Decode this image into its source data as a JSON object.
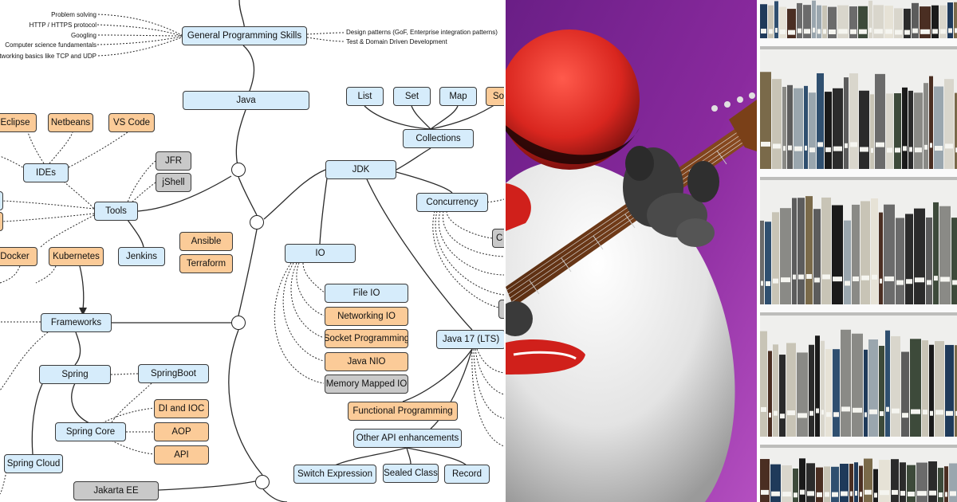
{
  "roadmap": {
    "skills_left": [
      "Problem solving",
      "HTTP / HTTPS protocol",
      "Googling",
      "Computer science fundamentals",
      "Networking basics like TCP and UDP"
    ],
    "skills_right": [
      "Design patterns (GoF, Enterprise integration patterns)",
      "Test & Domain Driven Development"
    ],
    "nodes": {
      "general": "General Programming Skills",
      "java": "Java",
      "jdk": "JDK",
      "list": "List",
      "set": "Set",
      "map": "Map",
      "sorted": "So",
      "collections": "Collections",
      "concurrency": "Concurrency",
      "concurrency_child": "C",
      "io": "IO",
      "file_io": "File IO",
      "networking_io": "Networking IO",
      "socket_programming": "Socket Programming",
      "java_nio": "Java NIO",
      "memory_mapped_io": "Memory Mapped IO",
      "java17": "Java 17 (LTS)",
      "functional_programming": "Functional Programming",
      "other_api": "Other API enhancements",
      "switch_expression": "Switch Expression",
      "sealed_class": "Sealed Class",
      "record": "Record",
      "eclipse": "Eclipse",
      "netbeans": "Netbeans",
      "vscode": "VS Code",
      "ides": "IDEs",
      "jfr": "JFR",
      "jshell": "jShell",
      "tools": "Tools",
      "ansible": "Ansible",
      "terraform": "Terraform",
      "jenkins": "Jenkins",
      "docker": "Docker",
      "kubernetes": "Kubernetes",
      "frameworks": "Frameworks",
      "spring": "Spring",
      "springboot": "SpringBoot",
      "di_ioc": "DI and IOC",
      "aop": "AOP",
      "api": "API",
      "spring_core": "Spring Core",
      "spring_cloud": "Spring Cloud",
      "jakarta_ee": "Jakarta EE"
    }
  },
  "colors": {
    "topic_fill": "#d6ecfb",
    "option_fill": "#fbcb98",
    "tool_fill": "#c9c9c9",
    "line": "#2a2a2a",
    "guitar_background": "#8a2a9e",
    "mascot_head": "#e8342a"
  }
}
